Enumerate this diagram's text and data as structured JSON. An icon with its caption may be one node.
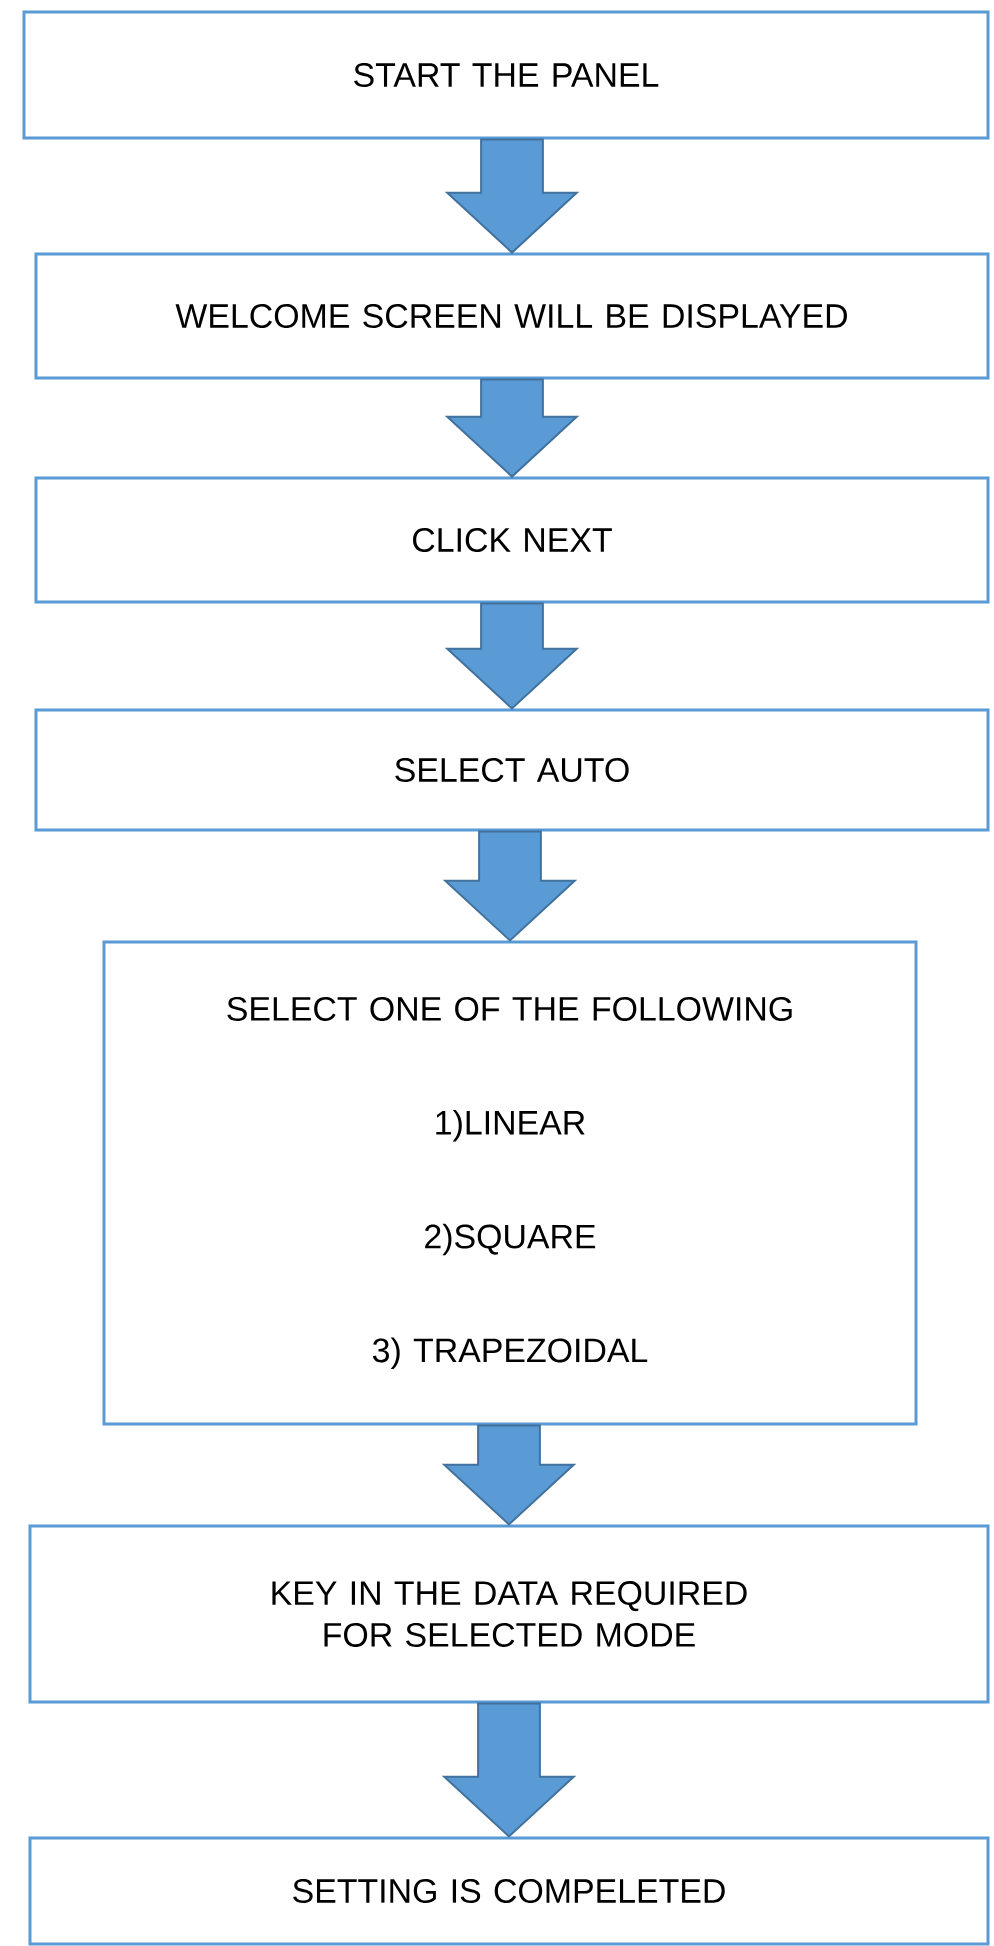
{
  "diagram": {
    "nodes": [
      {
        "text": [
          "START THE PANEL"
        ]
      },
      {
        "text": [
          "WELCOME SCREEN WILL BE DISPLAYED"
        ]
      },
      {
        "text": [
          "CLICK NEXT"
        ]
      },
      {
        "text": [
          "SELECT AUTO"
        ]
      },
      {
        "text": [
          "SELECT ONE OF THE FOLLOWING",
          "1)LINEAR",
          "2)SQUARE",
          "3) TRAPEZOIDAL"
        ]
      },
      {
        "text": [
          "KEY IN THE DATA REQUIRED FOR SELECTED MODE"
        ]
      },
      {
        "text": [
          "SETTING IS COMPELETED"
        ]
      }
    ],
    "edges": [
      {
        "from": 0,
        "to": 1,
        "arrow": "to"
      },
      {
        "from": 1,
        "to": 2,
        "arrow": "to"
      },
      {
        "from": 2,
        "to": 3,
        "arrow": "to"
      },
      {
        "from": 3,
        "to": 4,
        "arrow": "to"
      },
      {
        "from": 4,
        "to": 5,
        "arrow": "to"
      },
      {
        "from": 5,
        "to": 6,
        "arrow": "to"
      }
    ]
  }
}
